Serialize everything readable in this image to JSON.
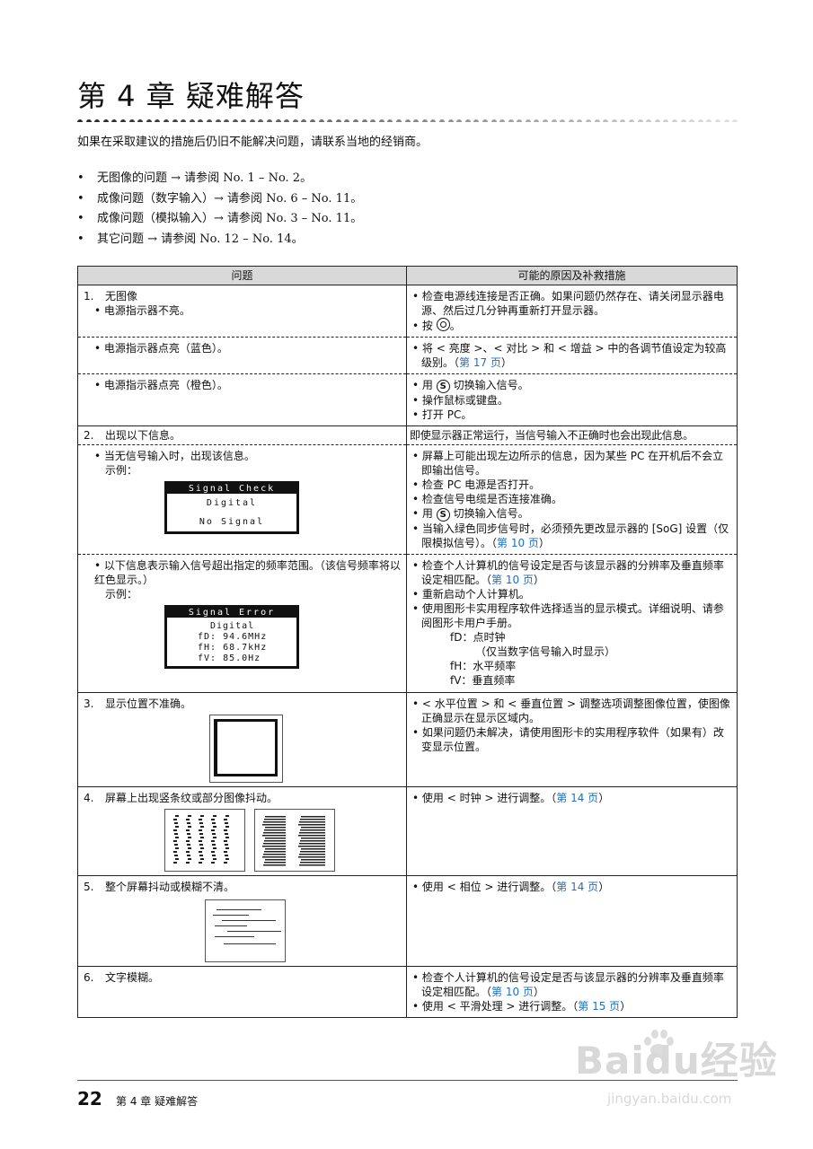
{
  "chapter": {
    "title": "第 4 章  疑难解答"
  },
  "intro": "如果在采取建议的措施后仍旧不能解决问题，请联系当地的经销商。",
  "bullets": [
    "无图像的问题 → 请参阅 No. 1 – No. 2。",
    "成像问题（数字输入）→ 请参阅 No. 6 – No. 11。",
    "成像问题（模拟输入）→ 请参阅 No. 3 – No. 11。",
    "其它问题 → 请参阅 No. 12 – No. 14。"
  ],
  "table": {
    "header_problem": "问题",
    "header_cause": "可能的原因及补救措施",
    "rows": {
      "r1": {
        "num": "1.",
        "title": "无图像",
        "sub": "电源指示器不亮。",
        "c1": "检查电源线连接是否正确。如果问题仍然存在、请关闭显示器电源、然后过几分钟再重新打开显示器。",
        "c2": "按"
      },
      "r2": {
        "sub": "电源指示器点亮（蓝色）。",
        "c1": "将 < 亮度 >、< 对比 > 和 < 增益 > 中的各调节值设定为较高级别。（",
        "link": "第 17 页",
        "close": "）"
      },
      "r3": {
        "sub": "电源指示器点亮（橙色）。",
        "c1a": "用",
        "c1b": "切换输入信号。",
        "c2": "操作鼠标或键盘。",
        "c3": "打开 PC。"
      },
      "r4": {
        "num": "2.",
        "title": "出现以下信息。",
        "cause": "即使显示器正常运行，当信号输入不正确时也会出现此信息。"
      },
      "r5": {
        "sub": "当无信号输入时，出现该信息。",
        "example": "示例：",
        "osd_title": "Signal Check",
        "osd_line1": "Digital",
        "osd_line2": "No Signal",
        "c1": "屏幕上可能出现左边所示的信息，因为某些 PC 在开机后不会立即输出信号。",
        "c2": "检查 PC 电源是否打开。",
        "c3": "检查信号电缆是否连接准确。",
        "c4a": "用",
        "c4b": "切换输入信号。",
        "c5": "当输入绿色同步信号时，必须预先更改显示器的 [SoG] 设置（仅限模拟信号）。（",
        "c5link": "第 10 页",
        "c5close": "）"
      },
      "r6": {
        "sub": "以下信息表示输入信号超出指定的频率范围。（该信号频率将以红色显示。）",
        "example": "示例：",
        "osd_title": "Signal Error",
        "osd_line1": "Digital",
        "osd_line2": "fD: 94.6MHz",
        "osd_line3": "fH: 68.7kHz",
        "osd_line4": "fV: 85.0Hz",
        "c1": "检查个人计算机的信号设定是否与该显示器的分辨率及垂直频率设定相匹配。（",
        "c1link": "第 10 页",
        "c1close": "）",
        "c2": "重新启动个人计算机。",
        "c3": "使用图形卡实用程序软件选择适当的显示模式。详细说明、请参阅图形卡用户手册。",
        "d1": "fD：点时钟",
        "d2": "（仅当数字信号输入时显示）",
        "d3": "fH：水平频率",
        "d4": "fV：垂直频率"
      },
      "r7": {
        "num": "3.",
        "title": "显示位置不准确。",
        "c1": "< 水平位置 > 和 < 垂直位置 > 调整选项调整图像位置，使图像正确显示在显示区域内。",
        "c2": "如果问题仍未解决，请使用图形卡的实用程序软件（如果有）改变显示位置。"
      },
      "r8": {
        "num": "4.",
        "title": "屏幕上出现竖条纹或部分图像抖动。",
        "c1": "使用 < 时钟 > 进行调整。（",
        "link": "第 14 页",
        "close": "）"
      },
      "r9": {
        "num": "5.",
        "title": "整个屏幕抖动或模糊不清。",
        "c1": "使用 < 相位 > 进行调整。（",
        "link": "第 14 页",
        "close": "）"
      },
      "r10": {
        "num": "6.",
        "title": "文字模糊。",
        "c1": "检查个人计算机的信号设定是否与该显示器的分辨率及垂直频率设定相匹配。（",
        "c1link": "第 10 页",
        "c1close": "）",
        "c2": "使用 < 平滑处理 > 进行调整。（",
        "c2link": "第 15 页",
        "c2close": "）"
      }
    }
  },
  "footer": {
    "page": "22",
    "chapter": "第 4 章  疑难解答"
  },
  "watermark": {
    "logo": "Baidu经验",
    "url": "jingyan.baidu.com"
  },
  "icons": {
    "s_button": "S",
    "power": "power-button-icon"
  },
  "colors": {
    "link": "#1f6fc1",
    "header_bg": "#d9d9d9"
  }
}
